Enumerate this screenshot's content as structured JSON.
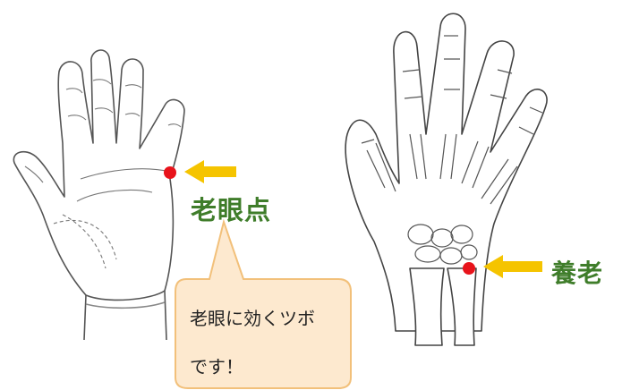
{
  "labels": {
    "left_point": "老眼点",
    "right_point": "養老"
  },
  "callout": {
    "line1": "老眼に効くツボ",
    "line2": "です！"
  },
  "colors": {
    "label_green": "#3f7d2a",
    "arrow_yellow": "#f5c400",
    "point_red": "#e8131b",
    "bubble_fill": "#fde9cf",
    "bubble_stroke": "#f2c07a"
  }
}
